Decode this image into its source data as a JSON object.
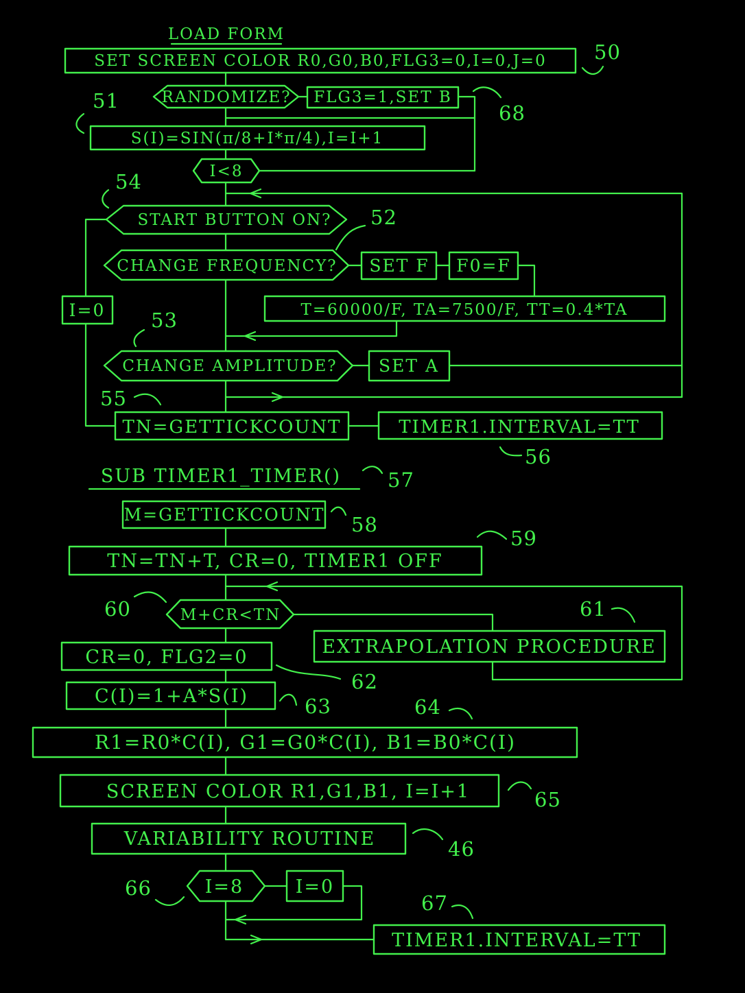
{
  "colors": {
    "background": "#000000",
    "line": "#43f04c"
  },
  "load_form": {
    "header": "LOAD FORM",
    "set_screen_color": "SET SCREEN COLOR R0,G0,B0,FLG3=0,I=0,J=0",
    "randomize": "RANDOMIZE?",
    "flg3_set_b": "FLG3=1,SET B",
    "sine_table": "S(I)=SIN(π/8+I*π/4),I=I+1",
    "i_lt_8": "I<8",
    "start_button": "START BUTTON ON?",
    "change_frequency": "CHANGE FREQUENCY?",
    "set_f": "SET F",
    "f0_eq_f": "F0=F",
    "timing_formula": "T=60000/F, TA=7500/F, TT=0.4*TA",
    "i_eq_0": "I=0",
    "change_amplitude": "CHANGE AMPLITUDE?",
    "set_a": "SET A",
    "tn_gettickcount": "TN=GETTICKCOUNT",
    "timer_interval": "TIMER1.INTERVAL=TT"
  },
  "timer_sub": {
    "header": "SUB TIMER1_TIMER()",
    "m_gettickcount": "M=GETTICKCOUNT",
    "tn_update": "TN=TN+T, CR=0, TIMER1 OFF",
    "m_cr_lt_tn": "M+CR<TN",
    "extrapolation": "EXTRAPOLATION PROCEDURE",
    "cr_flg2": "CR=0, FLG2=0",
    "c_formula": "C(I)=1+A*S(I)",
    "rgb_formula": "R1=R0*C(I), G1=G0*C(I), B1=B0*C(I)",
    "screen_color": "SCREEN COLOR R1,G1,B1, I=I+1",
    "variability": "VARIABILITY ROUTINE",
    "i_eq_8": "I=8",
    "i_reset": "I=0",
    "timer_interval": "TIMER1.INTERVAL=TT"
  },
  "reference_numerals": {
    "r46": "46",
    "r50": "50",
    "r51": "51",
    "r52": "52",
    "r53": "53",
    "r54": "54",
    "r55": "55",
    "r56": "56",
    "r57": "57",
    "r58": "58",
    "r59": "59",
    "r60": "60",
    "r61": "61",
    "r62": "62",
    "r63": "63",
    "r64": "64",
    "r65": "65",
    "r66": "66",
    "r67": "67",
    "r68": "68"
  }
}
